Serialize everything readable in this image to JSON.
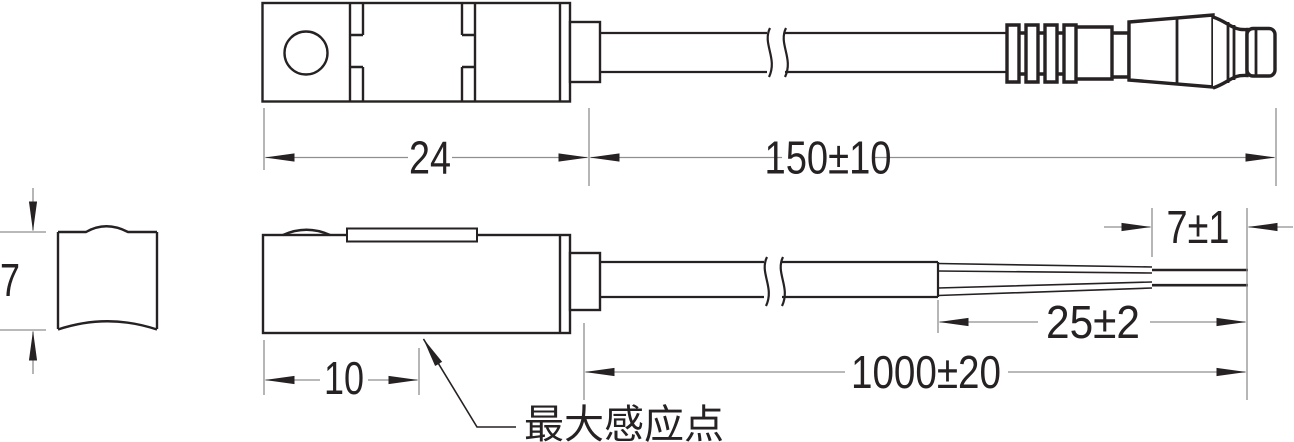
{
  "drawing": {
    "type": "sensor-dimension-drawing",
    "colors": {
      "ink": "#262122",
      "dim_line": "#8f8f8f",
      "background": "#ffffff"
    },
    "dimensions": {
      "body_length": "24",
      "connector_cable_length": "150±10",
      "body_height": "7",
      "max_sensing_offset": "10",
      "bare_lead_length": "7±1",
      "lead_length": "25±2",
      "cable_length": "1000±20"
    },
    "annotations": {
      "max_sensing_point": "最大感应点"
    }
  }
}
